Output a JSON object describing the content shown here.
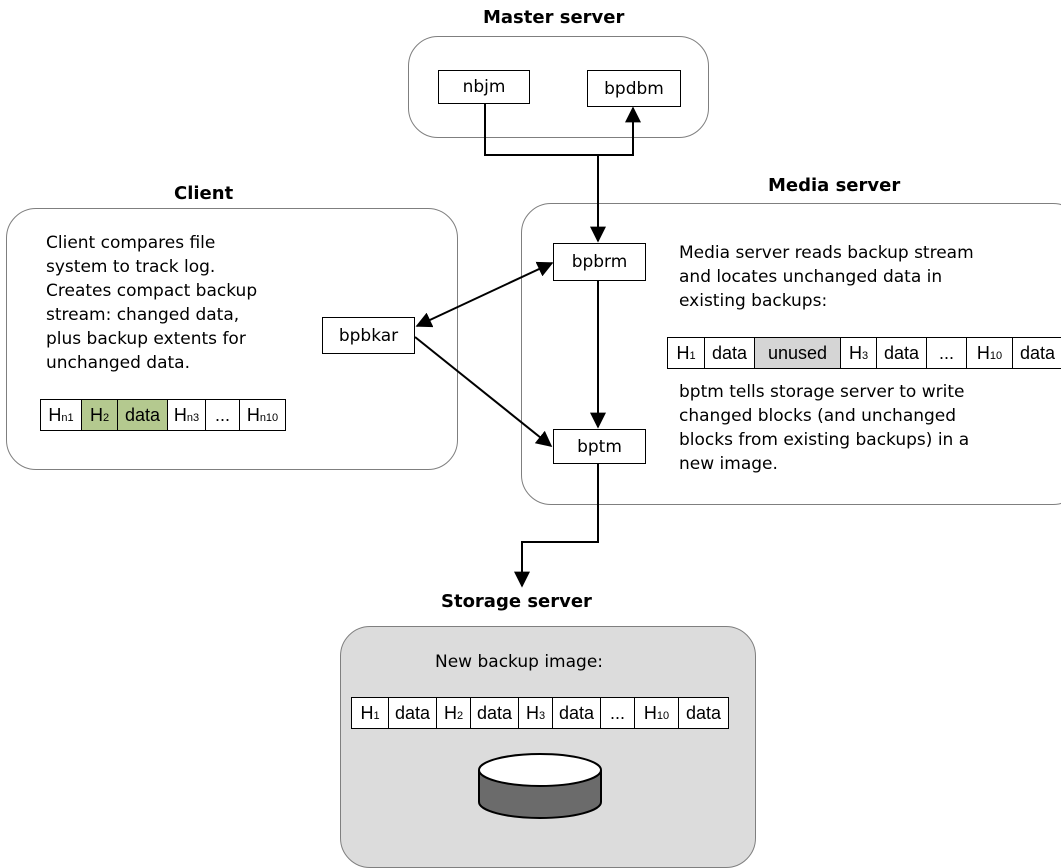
{
  "titles": {
    "master": "Master server",
    "client": "Client",
    "media": "Media server",
    "storage": "Storage server"
  },
  "processes": {
    "nbjm": "nbjm",
    "bpdbm": "bpdbm",
    "bpbrm": "bpbrm",
    "bpbkar": "bpbkar",
    "bptm": "bptm"
  },
  "client_text": [
    "Client compares file",
    "system to track log.",
    "Creates compact backup",
    "stream: changed data,",
    "plus backup extents for",
    "unchanged data."
  ],
  "media_text_top": [
    "Media server reads backup stream",
    "and locates unchanged data in",
    "existing backups:"
  ],
  "media_text_bottom": [
    "bptm tells storage server to write",
    "changed blocks (and unchanged",
    "blocks from existing backups) in a",
    "new image."
  ],
  "storage_text": "New backup image:",
  "client_strip": [
    {
      "h": "H",
      "sub": "n1"
    },
    {
      "h": "H",
      "sub": "2",
      "hl": "green"
    },
    {
      "t": "data",
      "hl": "green"
    },
    {
      "h": "H",
      "sub": "n3"
    },
    {
      "t": "..."
    },
    {
      "h": "H",
      "sub": "n10"
    }
  ],
  "media_strip": [
    {
      "h": "H",
      "sub": "1"
    },
    {
      "t": "data"
    },
    {
      "t": "unused",
      "hl": "gray"
    },
    {
      "h": "H",
      "sub": "3"
    },
    {
      "t": "data"
    },
    {
      "t": "..."
    },
    {
      "h": "H",
      "sub": "10"
    },
    {
      "t": "data"
    }
  ],
  "storage_strip": [
    {
      "h": "H",
      "sub": "1"
    },
    {
      "t": "data"
    },
    {
      "h": "H",
      "sub": "2"
    },
    {
      "t": "data"
    },
    {
      "h": "H",
      "sub": "3"
    },
    {
      "t": "data"
    },
    {
      "t": "..."
    },
    {
      "h": "H",
      "sub": "10"
    },
    {
      "t": "data"
    }
  ],
  "colors": {
    "highlight_green": "#b4c98f",
    "highlight_gray": "#d5d5d5",
    "storage_panel": "#dcdcdc",
    "disk": "#6b6b6b"
  }
}
